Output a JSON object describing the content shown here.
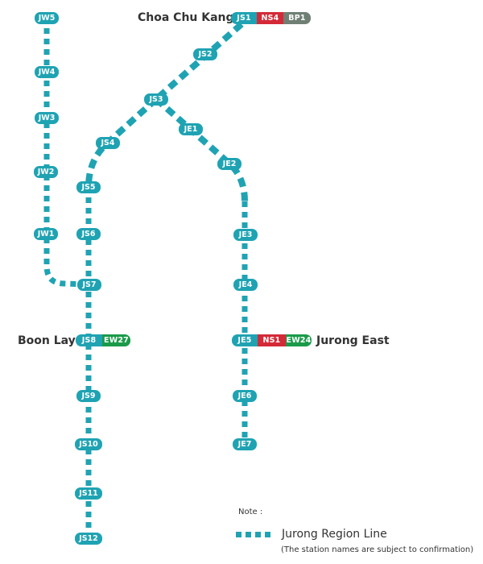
{
  "line": {
    "name": "Jurong Region Line",
    "color": "#1fa3b3"
  },
  "colors": {
    "jurong_region_line": "#1fa3b3",
    "north_south_line": "#d42a37",
    "east_west_line": "#1b9a4a",
    "bukit_panjang_lrt": "#6f7f74"
  },
  "interchanges": {
    "choa_chu_kang": {
      "name": "Choa Chu Kang",
      "codes": [
        "JS1",
        "NS4",
        "BP1"
      ]
    },
    "boon_lay": {
      "name": "Boon Lay",
      "codes": [
        "JS8",
        "EW27"
      ]
    },
    "jurong_east": {
      "name": "Jurong East",
      "codes": [
        "JE5",
        "NS1",
        "EW24"
      ]
    }
  },
  "stations": {
    "JW5": "JW5",
    "JW4": "JW4",
    "JW3": "JW3",
    "JW2": "JW2",
    "JW1": "JW1",
    "JS2": "JS2",
    "JS3": "JS3",
    "JS4": "JS4",
    "JS5": "JS5",
    "JS6": "JS6",
    "JS7": "JS7",
    "JS9": "JS9",
    "JS10": "JS10",
    "JS11": "JS11",
    "JS12": "JS12",
    "JE1": "JE1",
    "JE2": "JE2",
    "JE3": "JE3",
    "JE4": "JE4",
    "JE6": "JE6",
    "JE7": "JE7"
  },
  "legend": {
    "note": "Note :",
    "line_label": "Jurong Region Line",
    "disclaimer": "(The station names are subject to confirmation)"
  }
}
